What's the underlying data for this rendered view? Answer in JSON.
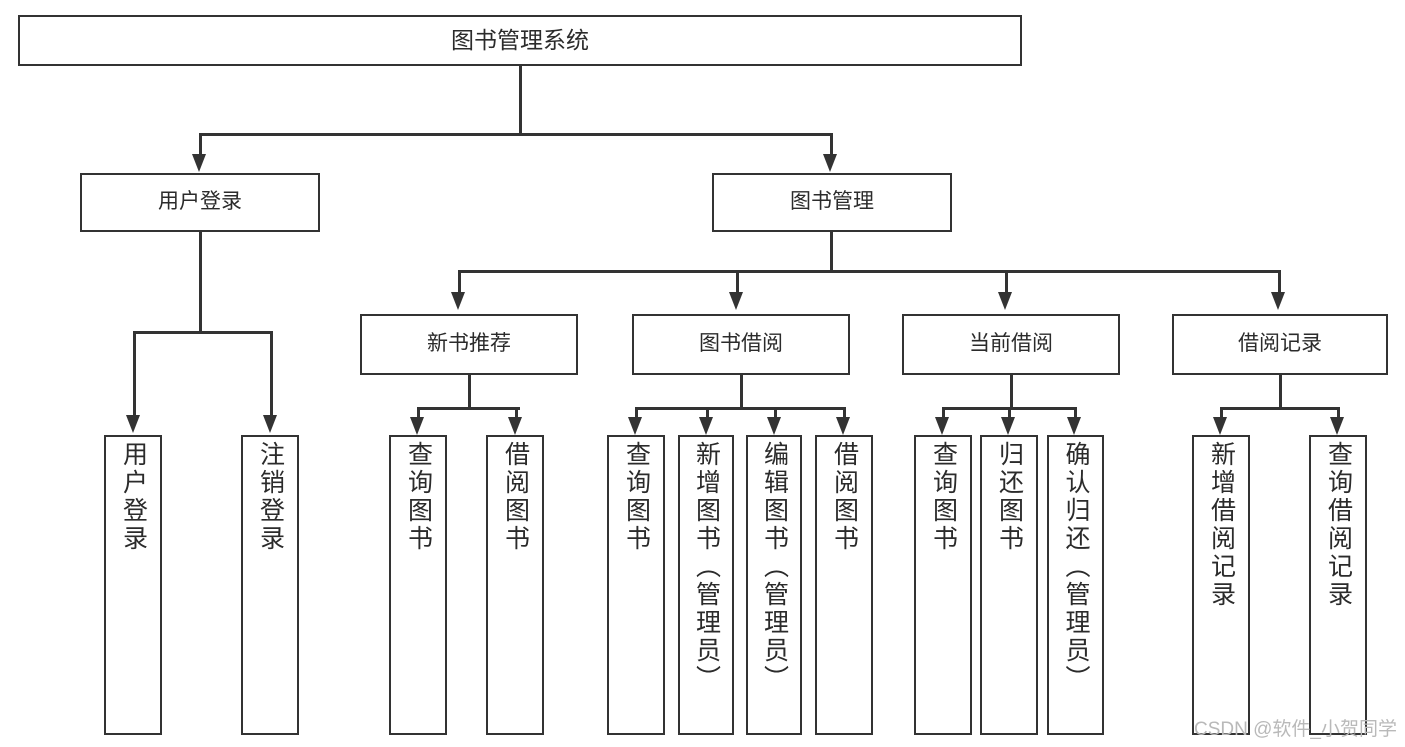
{
  "diagram": {
    "title": "图书管理系统",
    "background_color": "#ffffff",
    "line_color": "#333333",
    "text_color": "#2b2b2b",
    "root": {
      "label": "图书管理系统"
    },
    "level1": [
      {
        "label": "用户登录"
      },
      {
        "label": "图书管理"
      }
    ],
    "level2": [
      {
        "label": "新书推荐"
      },
      {
        "label": "图书借阅"
      },
      {
        "label": "当前借阅"
      },
      {
        "label": "借阅记录"
      }
    ],
    "leaves": {
      "user_login": [
        {
          "label": "用户登录"
        },
        {
          "label": "注销登录"
        }
      ],
      "new_book_recommend": [
        {
          "label": "查询图书"
        },
        {
          "label": "借阅图书"
        }
      ],
      "book_borrow": [
        {
          "label": "查询图书"
        },
        {
          "label": "新增图书（管理员）"
        },
        {
          "label": "编辑图书（管理员）"
        },
        {
          "label": "借阅图书"
        }
      ],
      "current_borrow": [
        {
          "label": "查询图书"
        },
        {
          "label": "归还图书"
        },
        {
          "label": "确认归还（管理员）"
        }
      ],
      "borrow_record": [
        {
          "label": "新增借阅记录"
        },
        {
          "label": "查询借阅记录"
        }
      ]
    }
  },
  "watermark": {
    "text": "CSDN @软件_小贺同学"
  }
}
